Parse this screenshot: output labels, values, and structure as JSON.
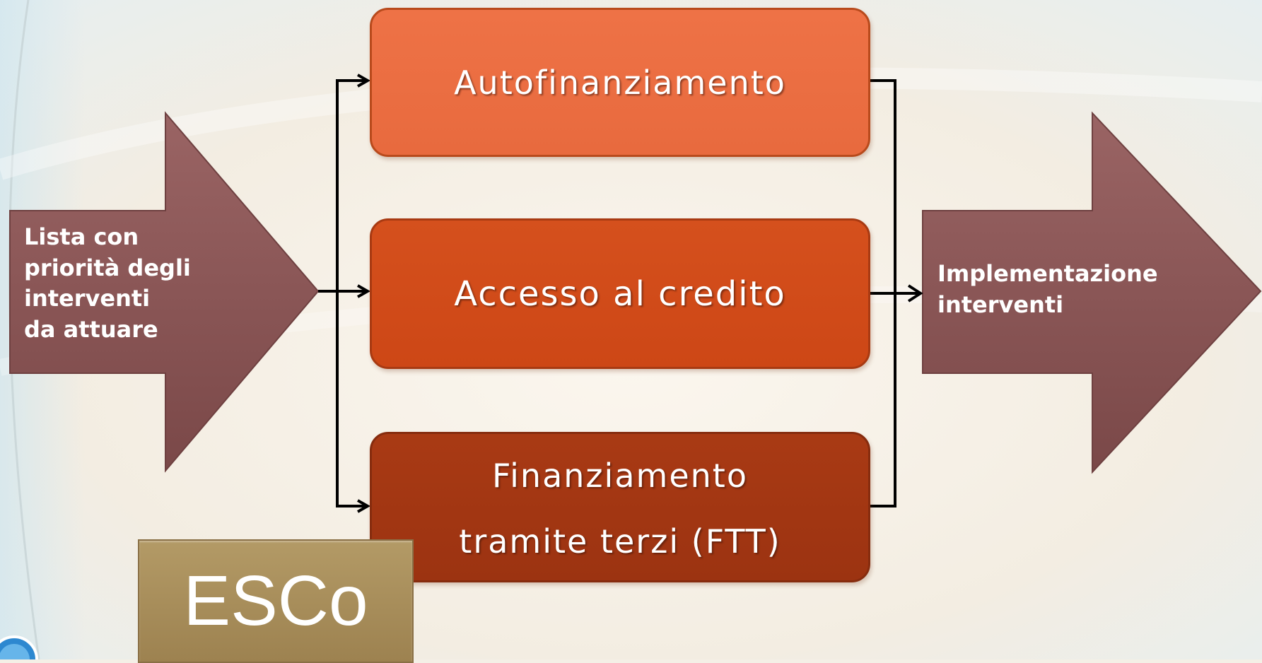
{
  "left_arrow": {
    "text": "Lista con\npriorità  degli\ninterventi\nda attuare"
  },
  "boxes": {
    "top": {
      "label": "Autofinanziamento"
    },
    "middle": {
      "label": "Accesso al credito"
    },
    "bottom": {
      "line1": "Finanziamento",
      "line2": "tramite terzi (FTT)"
    }
  },
  "right_arrow": {
    "text": "Implementazione\ninterventi"
  },
  "esco": {
    "label": "ESCo"
  },
  "colors": {
    "arrow_fill": "#8c5757",
    "box_top": "#e96d42",
    "box_middle": "#d14a1b",
    "box_bottom": "#a33613",
    "esco_fill": "#a8895a",
    "connector": "#000000"
  }
}
